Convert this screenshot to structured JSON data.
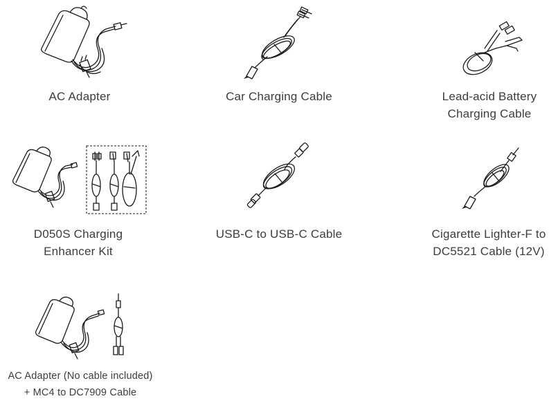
{
  "items": [
    {
      "id": "ac-adapter",
      "lines": [
        "AC Adapter"
      ]
    },
    {
      "id": "car-charging-cable",
      "lines": [
        "Car Charging Cable"
      ]
    },
    {
      "id": "lead-acid-cable",
      "lines": [
        "Lead-acid Battery",
        "Charging Cable"
      ]
    },
    {
      "id": "d050s-kit",
      "lines": [
        "D050S Charging",
        "Enhancer Kit"
      ]
    },
    {
      "id": "usb-c-cable",
      "lines": [
        "USB-C to USB-C Cable"
      ]
    },
    {
      "id": "cig-dc5521-cable",
      "lines": [
        "Cigarette Lighter-F to",
        "DC5521 Cable (12V)"
      ]
    },
    {
      "id": "ac-mc4-kit",
      "lines": [
        "AC Adapter (No cable included)",
        "+ MC4 to DC7909 Cable"
      ]
    }
  ],
  "icons": [
    "ac-adapter-icon",
    "car-charging-cable-icon",
    "lead-acid-cable-icon",
    "d050s-kit-icon",
    "usb-c-cable-icon",
    "cig-dc5521-cable-icon",
    "ac-mc4-kit-icon"
  ]
}
